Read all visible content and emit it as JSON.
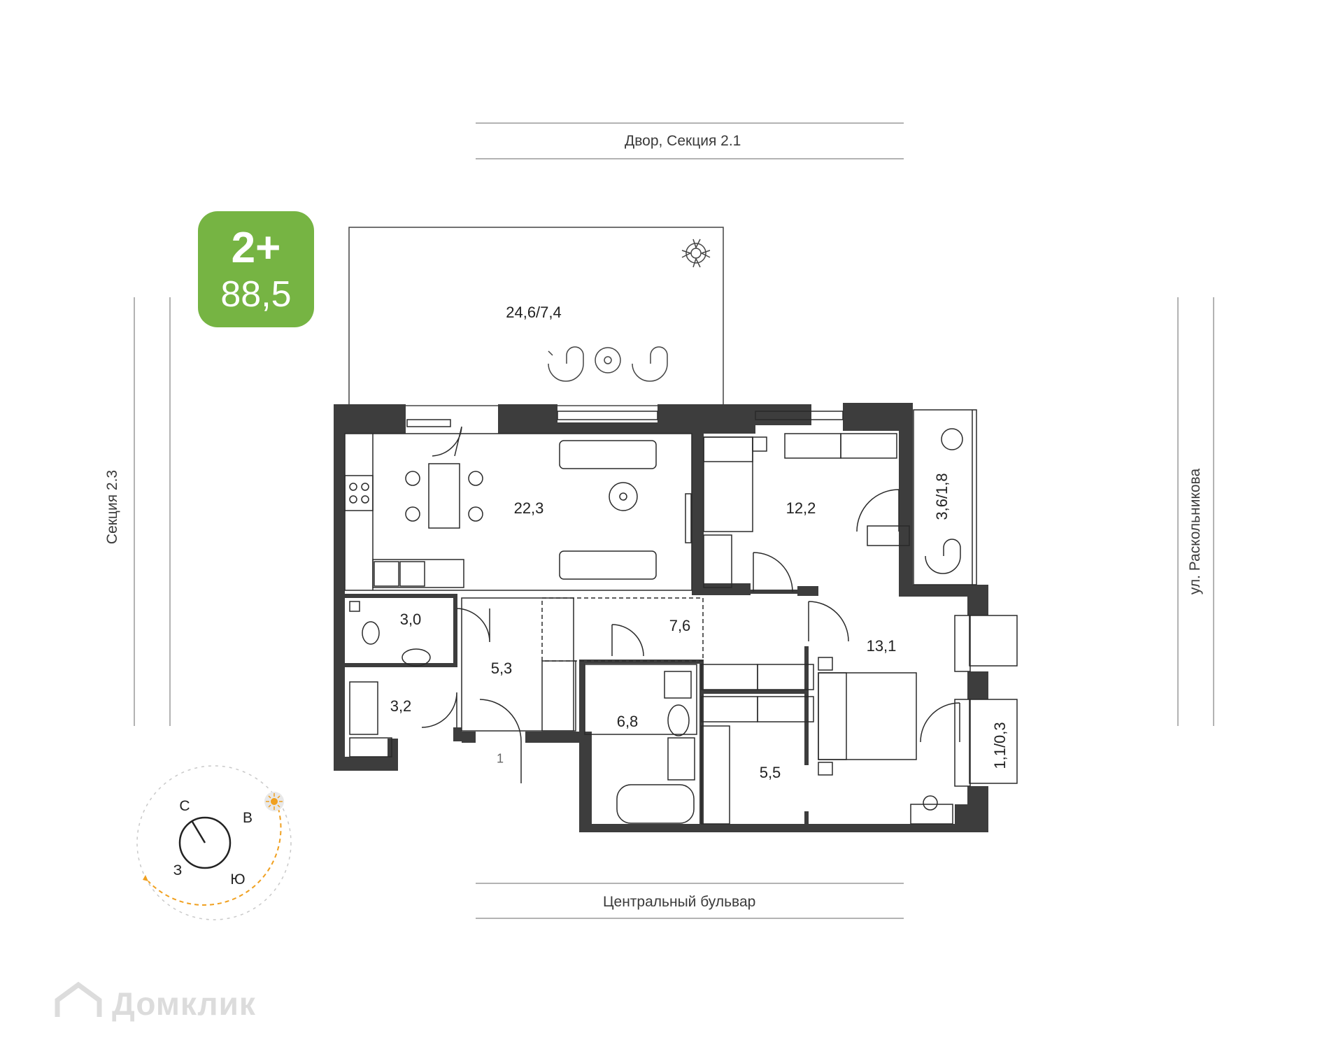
{
  "context": {
    "top": "Двор, Секция 2.1",
    "bottom": "Центральный бульвар",
    "left": "Секция 2.3",
    "right": "ул. Раскольникова"
  },
  "badge": {
    "rooms": "2+",
    "area": "88,5",
    "color": "#76b443"
  },
  "rooms": {
    "terrace": "24,6/7,4",
    "living_kitchen": "22,3",
    "bedroom_small": "12,2",
    "loggia_right": "3,6/1,8",
    "bathroom_small": "3,0",
    "hall_center": "7,6",
    "bedroom_large": "13,1",
    "entry_hall": "5,3",
    "storage": "3,2",
    "bathroom_large": "6,8",
    "wardrobe": "5,5",
    "balcony_small": "1,1/0,3",
    "entrance_marker": "1"
  },
  "compass": {
    "north": "С",
    "east": "В",
    "west": "З",
    "south": "Ю",
    "sun_color": "#f0a020",
    "path_color": "#f0a020"
  },
  "watermark": "Домклик",
  "colors": {
    "wall": "#3d3d3d",
    "line": "#2a2a2a",
    "tile": "#c8c8c8"
  }
}
